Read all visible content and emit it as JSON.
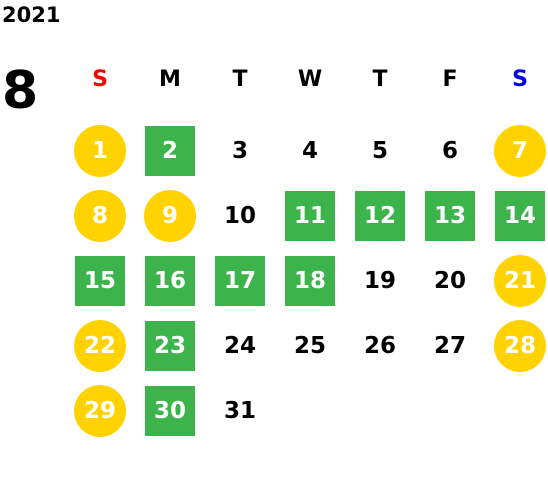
{
  "calendar": {
    "year": "2021",
    "month": "8",
    "colors": {
      "sunday_header": "#ff0000",
      "saturday_header": "#0000ee",
      "weekday_header": "#000000",
      "holiday_fill": "#ffd200",
      "open_fill": "#3cb44b",
      "plain_text": "#000000"
    },
    "weekdays": [
      "S",
      "M",
      "T",
      "W",
      "T",
      "F",
      "S"
    ],
    "start_offset": 0,
    "days": [
      {
        "label": "1",
        "kind": "holiday"
      },
      {
        "label": "2",
        "kind": "open"
      },
      {
        "label": "3",
        "kind": "plain"
      },
      {
        "label": "4",
        "kind": "plain"
      },
      {
        "label": "5",
        "kind": "plain"
      },
      {
        "label": "6",
        "kind": "plain"
      },
      {
        "label": "7",
        "kind": "holiday"
      },
      {
        "label": "8",
        "kind": "holiday"
      },
      {
        "label": "9",
        "kind": "holiday"
      },
      {
        "label": "10",
        "kind": "plain"
      },
      {
        "label": "11",
        "kind": "open"
      },
      {
        "label": "12",
        "kind": "open"
      },
      {
        "label": "13",
        "kind": "open"
      },
      {
        "label": "14",
        "kind": "open"
      },
      {
        "label": "15",
        "kind": "open"
      },
      {
        "label": "16",
        "kind": "open"
      },
      {
        "label": "17",
        "kind": "open"
      },
      {
        "label": "18",
        "kind": "open"
      },
      {
        "label": "19",
        "kind": "plain"
      },
      {
        "label": "20",
        "kind": "plain"
      },
      {
        "label": "21",
        "kind": "holiday"
      },
      {
        "label": "22",
        "kind": "holiday"
      },
      {
        "label": "23",
        "kind": "open"
      },
      {
        "label": "24",
        "kind": "plain"
      },
      {
        "label": "25",
        "kind": "plain"
      },
      {
        "label": "26",
        "kind": "plain"
      },
      {
        "label": "27",
        "kind": "plain"
      },
      {
        "label": "28",
        "kind": "holiday"
      },
      {
        "label": "29",
        "kind": "holiday"
      },
      {
        "label": "30",
        "kind": "open"
      },
      {
        "label": "31",
        "kind": "plain"
      }
    ]
  }
}
